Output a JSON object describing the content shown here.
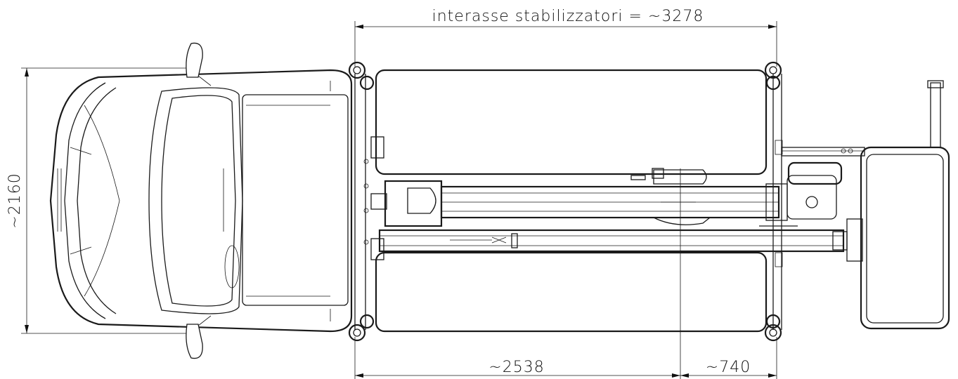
{
  "dimensions": {
    "stabilizer_wheelbase": "interasse stabilizzatori = ~3278",
    "width": "~2160",
    "rear_length": "~2538",
    "rear_overhang": "~740"
  }
}
